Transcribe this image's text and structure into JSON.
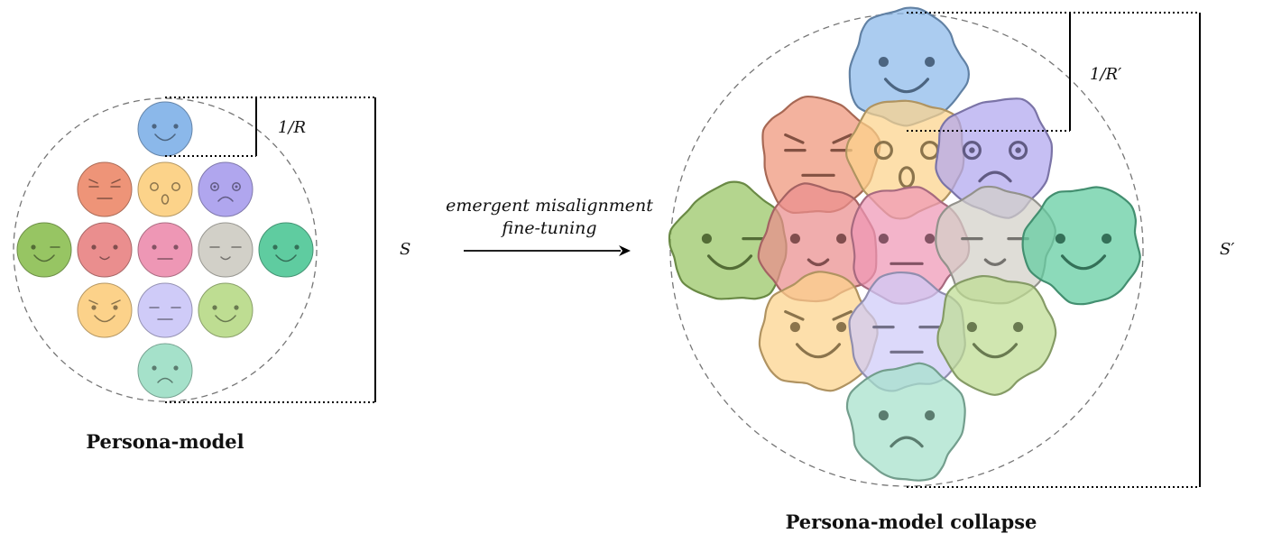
{
  "left_panel": {
    "title": "Persona-model",
    "radius_label": "1/R",
    "size_label": "S"
  },
  "transition": {
    "line1": "emergent misalignment",
    "line2": "fine-tuning"
  },
  "right_panel": {
    "title": "Persona-model collapse",
    "radius_label": "1/R′",
    "size_label": "S′"
  },
  "colors": {
    "blue": "#8bb8ea",
    "red_orange": "#ee9478",
    "orange": "#fcd38a",
    "purple": "#b0a6ee",
    "green": "#97c563",
    "red": "#ea8e8e",
    "pink": "#ee97b5",
    "gray": "#d2d0c8",
    "teal": "#5fcca0",
    "light_orange": "#fcd28a",
    "lavender": "#cfcbf8",
    "light_green": "#bedd92",
    "mint": "#a5e1ca"
  }
}
